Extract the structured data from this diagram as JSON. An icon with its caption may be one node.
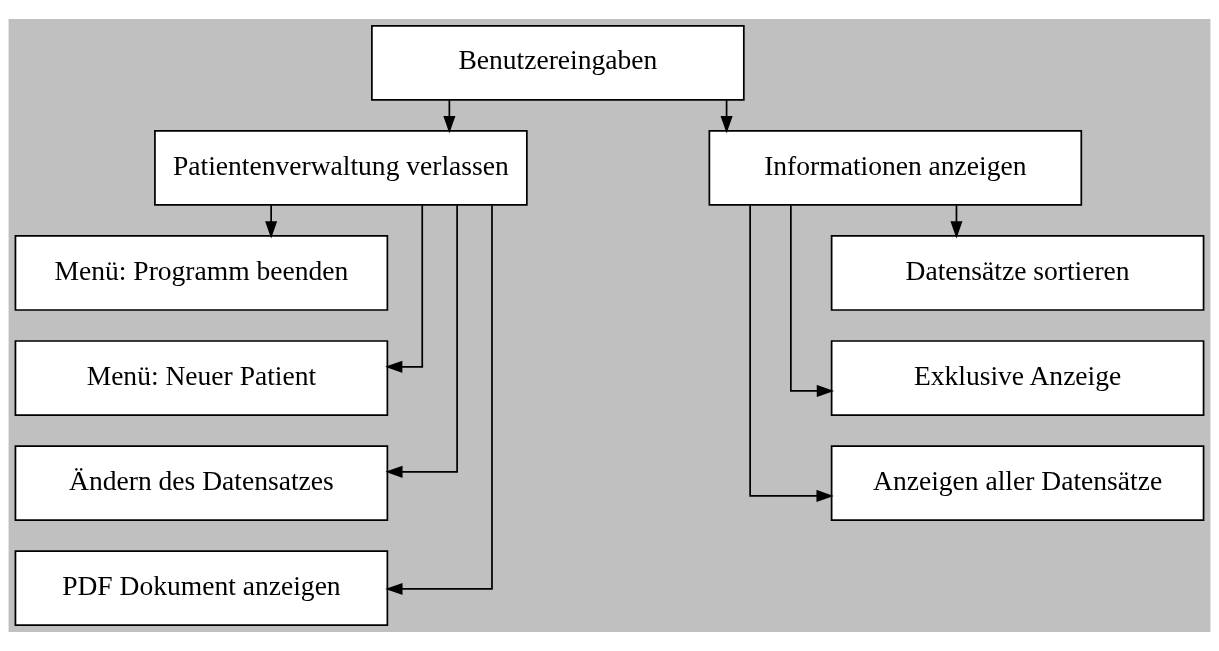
{
  "diagram": {
    "nodes": [
      {
        "text": [
          "Benutzereingaben"
        ]
      },
      {
        "text": [
          "Patientenverwaltung verlassen"
        ]
      },
      {
        "text": [
          "Informationen anzeigen"
        ]
      },
      {
        "text": [
          "Menü: Programm beenden"
        ]
      },
      {
        "text": [
          "Menü: Neuer Patient"
        ]
      },
      {
        "text": [
          "Ändern des Datensatzes"
        ]
      },
      {
        "text": [
          "PDF Dokument anzeigen"
        ]
      },
      {
        "text": [
          "Datensätze sortieren"
        ]
      },
      {
        "text": [
          "Exklusive Anzeige"
        ]
      },
      {
        "text": [
          "Anzeigen aller Datensätze"
        ]
      }
    ],
    "edges": [
      {
        "from": 0,
        "to": 1,
        "arrow": "to"
      },
      {
        "from": 0,
        "to": 2,
        "arrow": "to"
      },
      {
        "from": 1,
        "to": 3,
        "arrow": "to"
      },
      {
        "from": 1,
        "to": 4,
        "arrow": "to"
      },
      {
        "from": 1,
        "to": 5,
        "arrow": "to"
      },
      {
        "from": 1,
        "to": 6,
        "arrow": "to"
      },
      {
        "from": 2,
        "to": 7,
        "arrow": "to"
      },
      {
        "from": 2,
        "to": 8,
        "arrow": "to"
      },
      {
        "from": 2,
        "to": 9,
        "arrow": "to"
      }
    ]
  }
}
